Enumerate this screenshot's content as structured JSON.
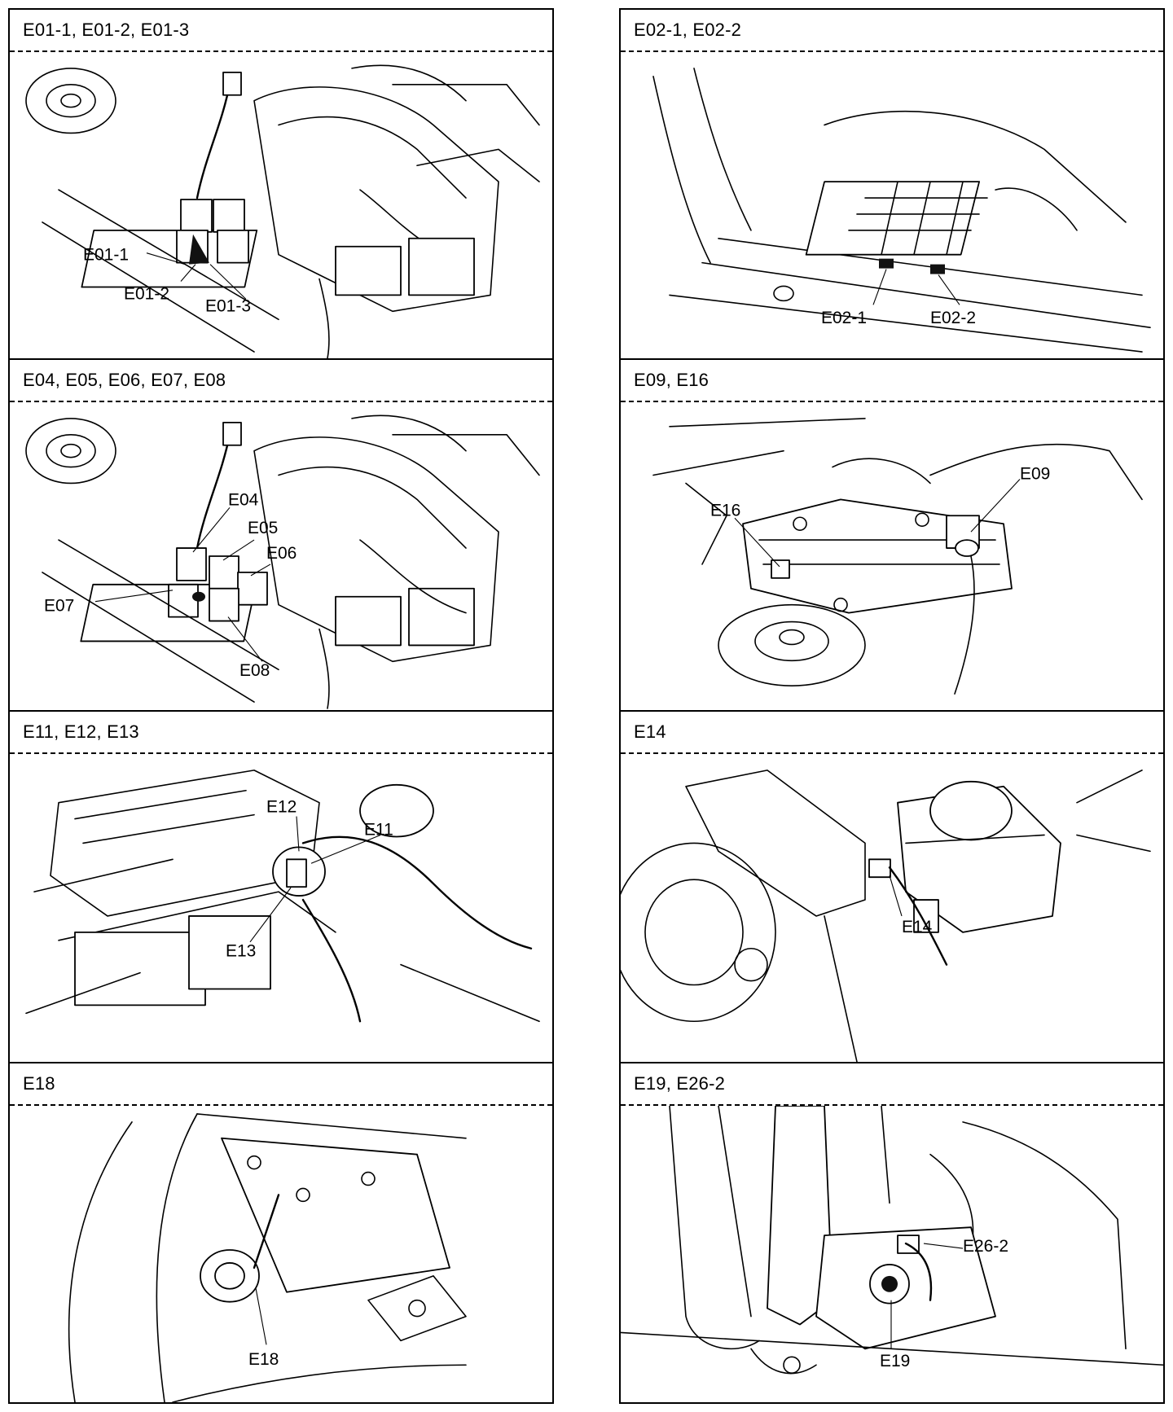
{
  "panels": [
    {
      "title": "E01-1, E01-2, E01-3",
      "callouts": [
        "E01-1",
        "E01-2",
        "E01-3"
      ]
    },
    {
      "title": "E02-1, E02-2",
      "callouts": [
        "E02-1",
        "E02-2"
      ]
    },
    {
      "title": "E04, E05, E06, E07, E08",
      "callouts": [
        "E04",
        "E05",
        "E06",
        "E07",
        "E08"
      ]
    },
    {
      "title": "E09, E16",
      "callouts": [
        "E09",
        "E16"
      ]
    },
    {
      "title": "E11, E12, E13",
      "callouts": [
        "E11",
        "E12",
        "E13"
      ]
    },
    {
      "title": "E14",
      "callouts": [
        "E14"
      ]
    },
    {
      "title": "E18",
      "callouts": [
        "E18"
      ]
    },
    {
      "title": "E19, E26-2",
      "callouts": [
        "E26-2",
        "E19"
      ]
    }
  ]
}
